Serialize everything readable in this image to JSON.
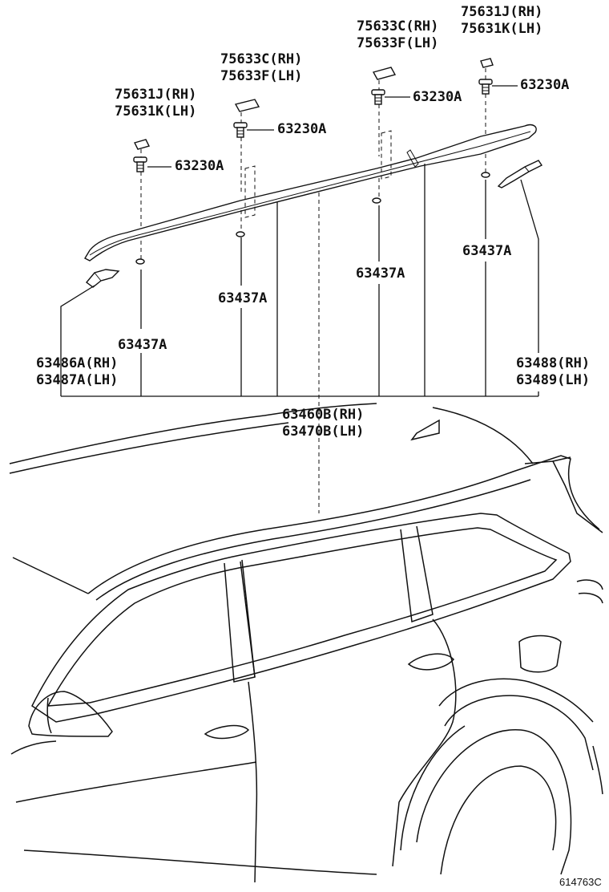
{
  "diagram": {
    "labels": {
      "cap_front": [
        "75631J(RH)",
        "75631K(LH)"
      ],
      "cap_mid_left": [
        "75633C(RH)",
        "75633F(LH)"
      ],
      "cap_mid_right": [
        "75633C(RH)",
        "75633F(LH)"
      ],
      "cap_rear": [
        "75631J(RH)",
        "75631K(LH)"
      ],
      "screw_1": "63230A",
      "screw_2": "63230A",
      "screw_3": "63230A",
      "screw_4": "63230A",
      "clip_1": "63437A",
      "clip_2": "63437A",
      "clip_3": "63437A",
      "clip_4": "63437A",
      "front_cover": [
        "63486A(RH)",
        "63487A(LH)"
      ],
      "rear_cover": [
        "63488(RH)",
        "63489(LH)"
      ],
      "rack": [
        "63460B(RH)",
        "63470B(LH)"
      ]
    },
    "drawing_code": "614763C"
  }
}
